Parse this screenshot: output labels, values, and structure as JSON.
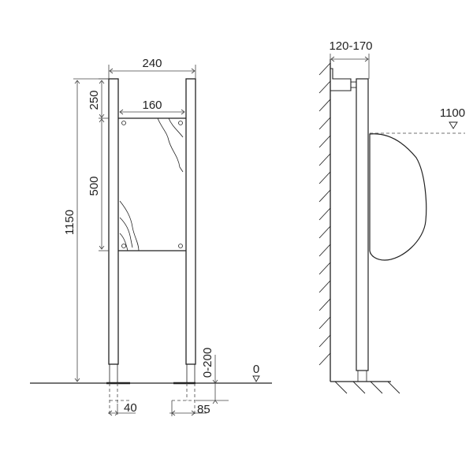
{
  "front_view": {
    "dimensions": {
      "total_width": "240",
      "inner_width": "160",
      "top_offset": "250",
      "panel_height": "500",
      "total_height": "1150",
      "leg_adjust": "0-200",
      "foot_width": "40",
      "foot_offset": "85",
      "floor_level": "0"
    }
  },
  "side_view": {
    "dimensions": {
      "depth": "120-170",
      "fixture_height": "1100"
    }
  },
  "colors": {
    "line": "#222222",
    "background": "#ffffff"
  }
}
